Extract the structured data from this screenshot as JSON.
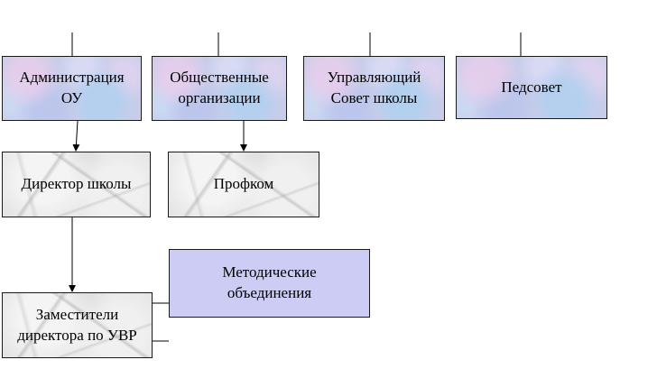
{
  "boxes": {
    "administration": "Администрация\nОУ",
    "public_orgs": "Общественные\nорганизации",
    "board": "Управляющий\nСовет школы",
    "pedsovet": "Педсовет",
    "director": "Директор школы",
    "profkom": "Профком",
    "methodical": "Методические\nобъединения",
    "deputies": "Заместители\nдиректора по УВР"
  }
}
